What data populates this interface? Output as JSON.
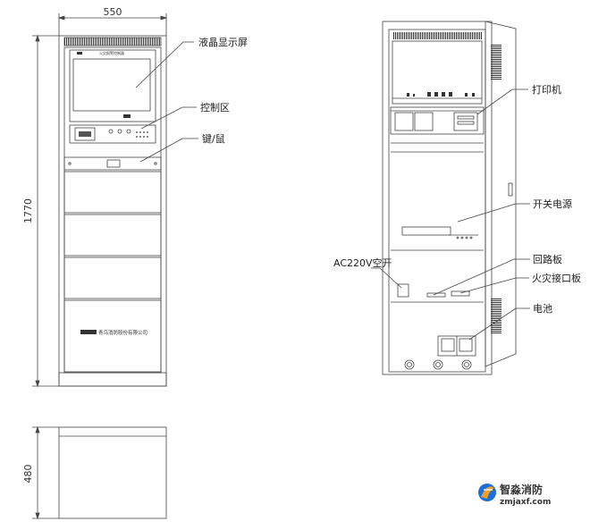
{
  "dimensions": {
    "width": "550",
    "height": "1770",
    "depth": "480"
  },
  "front_view": {
    "screen_header": "火灾报警控制器",
    "brand_logo": "青鸟",
    "company_name": "青鸟消防股份有限公司"
  },
  "labels": {
    "lcd": "液晶显示屏",
    "control": "控制区",
    "keyboard": "键/鼠",
    "printer": "打印机",
    "switch_power": "开关电源",
    "ac_breaker": "AC220V空开",
    "loop_board": "回路板",
    "fire_interface": "火灾接口板",
    "battery": "电池"
  },
  "watermark": {
    "name": "智淼消防",
    "url": "zmjaxf.com",
    "accent": "#1e6fd9",
    "accent2": "#f0a020"
  },
  "colors": {
    "line": "#444444"
  }
}
